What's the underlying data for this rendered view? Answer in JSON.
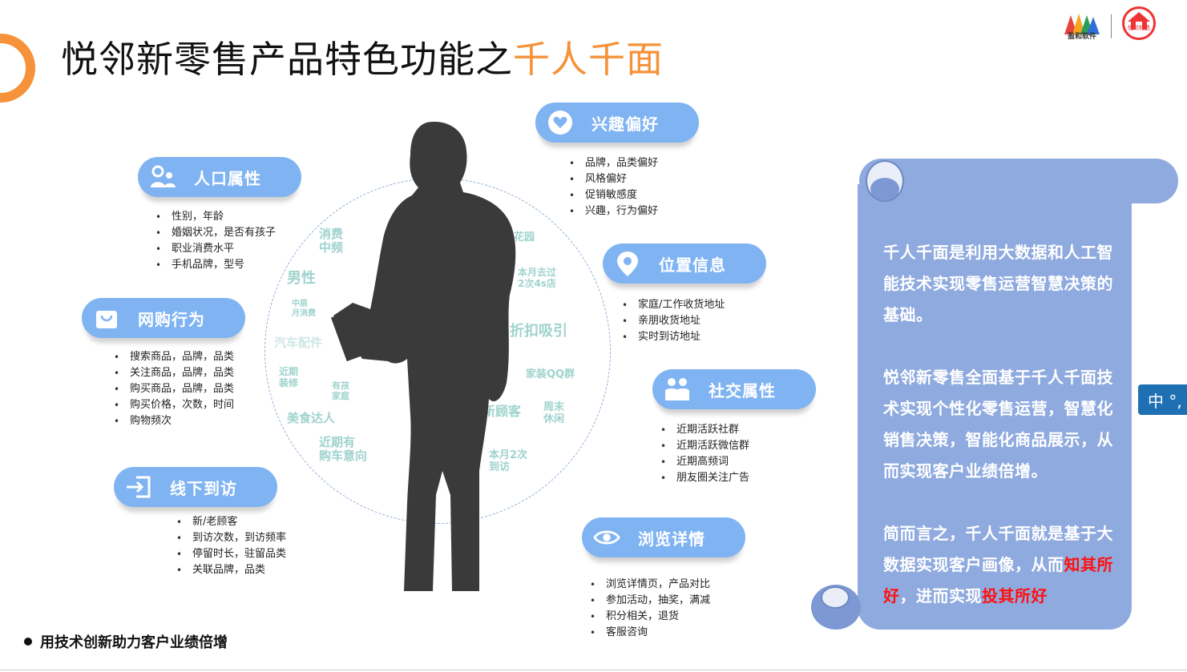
{
  "title": {
    "main": "悦邻新零售产品特色功能之",
    "accent": "千人千面"
  },
  "logos": {
    "left_text": "盈和软件",
    "right_text": "悦邻粒选"
  },
  "sections": {
    "demographic": {
      "label": "人口属性",
      "icon": "user-group-icon",
      "items": [
        "性别，年龄",
        "婚姻状况，是否有孩子",
        "职业消费水平",
        "手机品牌，型号"
      ]
    },
    "online": {
      "label": "网购行为",
      "icon": "shopping-bag-icon",
      "items": [
        "搜索商品，品牌，品类",
        "关注商品，品牌，品类",
        "购买商品，品牌，品类",
        "购买价格，次数，时间",
        "购物频次"
      ]
    },
    "offline": {
      "label": "线下到访",
      "icon": "sign-in-icon",
      "items": [
        "新/老顾客",
        "到访次数，到访频率",
        "停留时长，驻留品类",
        "关联品牌，品类"
      ]
    },
    "interest": {
      "label": "兴趣偏好",
      "icon": "heart-chat-icon",
      "items": [
        "品牌，品类偏好",
        "风格偏好",
        "促销敏感度",
        "兴趣，行为偏好"
      ]
    },
    "location": {
      "label": "位置信息",
      "icon": "location-pin-icon",
      "items": [
        "家庭/工作收货地址",
        "亲朋收货地址",
        "实时到访地址"
      ]
    },
    "social": {
      "label": "社交属性",
      "icon": "people-icon",
      "items": [
        "近期活跃社群",
        "近期活跃微信群",
        "近期高频词",
        "朋友圈关注广告"
      ]
    },
    "browse": {
      "label": "浏览详情",
      "icon": "eye-icon",
      "items": [
        "浏览详情页，产品对比",
        "参加活动，抽奖，满减",
        "积分相关，退货",
        "客服咨询"
      ]
    }
  },
  "tags": {
    "t1": "消费\n中频",
    "t2": "男性",
    "t3": "中层\n月消费",
    "t4": "汽车配件",
    "t5": "近期\n装修",
    "t6": "有孩\n家庭",
    "t7": "美食达人",
    "t8": "近期有\n购车意向",
    "t9": "大花园",
    "t10": "本月去过\n2次4s店",
    "t11": "折扣吸引",
    "t12": "家装QQ群",
    "t13": "新顾客",
    "t14": "周末\n休闲",
    "t15": "本月2次\n到访"
  },
  "scroll": {
    "p1": "千人千面是利用大数据和人工智能技术实现零售运营智慧决策的基础。",
    "p2": "悦邻新零售全面基于千人千面技术实现个性化零售运营，智慧化销售决策，智能化商品展示，从而实现客户业绩倍增。",
    "p3a": "简而言之，千人千面就是基于大数据实现客户画像，从而",
    "p3b": "知其所好",
    "p3c": "，进而实现",
    "p3d": "投其所好"
  },
  "ime": "中 °,",
  "footer": "用技术创新助力客户业绩倍增",
  "colors": {
    "accent": "#f5923a",
    "pill": "#7fb3f2",
    "scroll": "#8faadf",
    "tag": "#9fd3ce",
    "highlight": "#ff1010"
  }
}
